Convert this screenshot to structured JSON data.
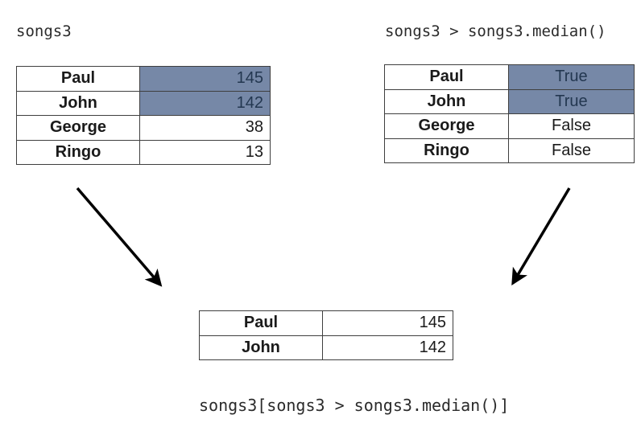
{
  "titles": {
    "left": "songs3",
    "right": "songs3 > songs3.median()"
  },
  "caption": "songs3[songs3 > songs3.median()]",
  "tables": {
    "left": {
      "rows": [
        {
          "label": "Paul",
          "value": "145",
          "highlighted": true
        },
        {
          "label": "John",
          "value": "142",
          "highlighted": true
        },
        {
          "label": "George",
          "value": "38",
          "highlighted": false
        },
        {
          "label": "Ringo",
          "value": "13",
          "highlighted": false
        }
      ]
    },
    "right": {
      "rows": [
        {
          "label": "Paul",
          "value": "True",
          "highlighted": true
        },
        {
          "label": "John",
          "value": "True",
          "highlighted": true
        },
        {
          "label": "George",
          "value": "False",
          "highlighted": false
        },
        {
          "label": "Ringo",
          "value": "False",
          "highlighted": false
        }
      ]
    },
    "bottom": {
      "rows": [
        {
          "label": "Paul",
          "value": "145"
        },
        {
          "label": "John",
          "value": "142"
        }
      ]
    }
  },
  "colors": {
    "highlight": "#7688a7",
    "highlight_text": "#233750",
    "border": "#3f3f3f",
    "text": "#1a1a1a",
    "code_text": "#2b2b2b",
    "arrow": "#000000"
  }
}
